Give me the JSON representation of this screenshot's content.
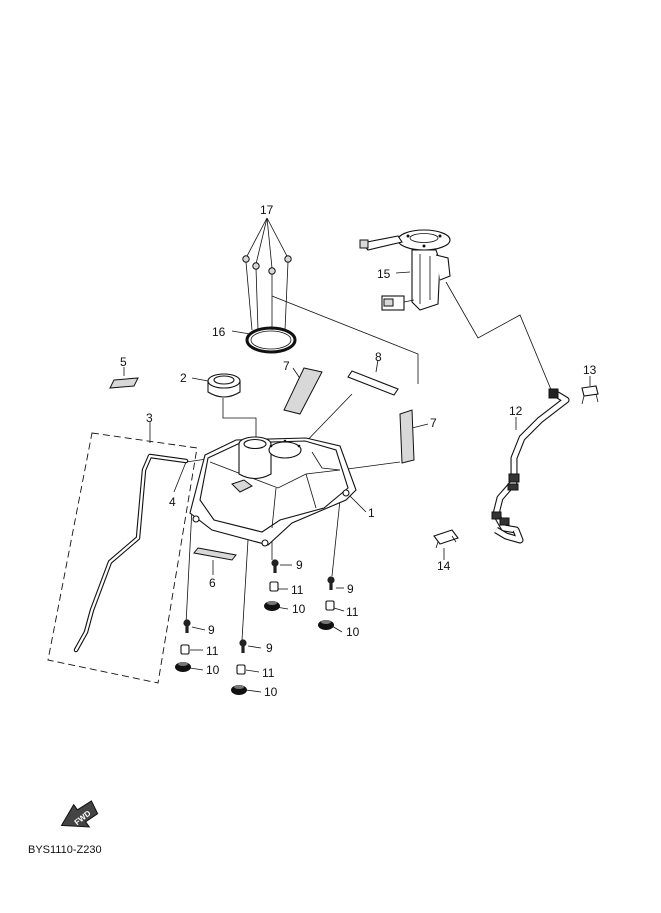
{
  "diagram_code": "BYS1110-Z230",
  "fwd_label": "FWD",
  "callouts": [
    {
      "id": "c1",
      "num": "1"
    },
    {
      "id": "c2",
      "num": "2"
    },
    {
      "id": "c3",
      "num": "3"
    },
    {
      "id": "c4",
      "num": "4"
    },
    {
      "id": "c5",
      "num": "5"
    },
    {
      "id": "c6",
      "num": "6"
    },
    {
      "id": "c7a",
      "num": "7"
    },
    {
      "id": "c7b",
      "num": "7"
    },
    {
      "id": "c8",
      "num": "8"
    },
    {
      "id": "c9a",
      "num": "9"
    },
    {
      "id": "c9b",
      "num": "9"
    },
    {
      "id": "c9c",
      "num": "9"
    },
    {
      "id": "c9d",
      "num": "9"
    },
    {
      "id": "c10a",
      "num": "10"
    },
    {
      "id": "c10b",
      "num": "10"
    },
    {
      "id": "c10c",
      "num": "10"
    },
    {
      "id": "c10d",
      "num": "10"
    },
    {
      "id": "c11a",
      "num": "11"
    },
    {
      "id": "c11b",
      "num": "11"
    },
    {
      "id": "c11c",
      "num": "11"
    },
    {
      "id": "c11d",
      "num": "11"
    },
    {
      "id": "c12",
      "num": "12"
    },
    {
      "id": "c13",
      "num": "13"
    },
    {
      "id": "c14",
      "num": "14"
    },
    {
      "id": "c15",
      "num": "15"
    },
    {
      "id": "c16",
      "num": "16"
    },
    {
      "id": "c17",
      "num": "17"
    }
  ]
}
